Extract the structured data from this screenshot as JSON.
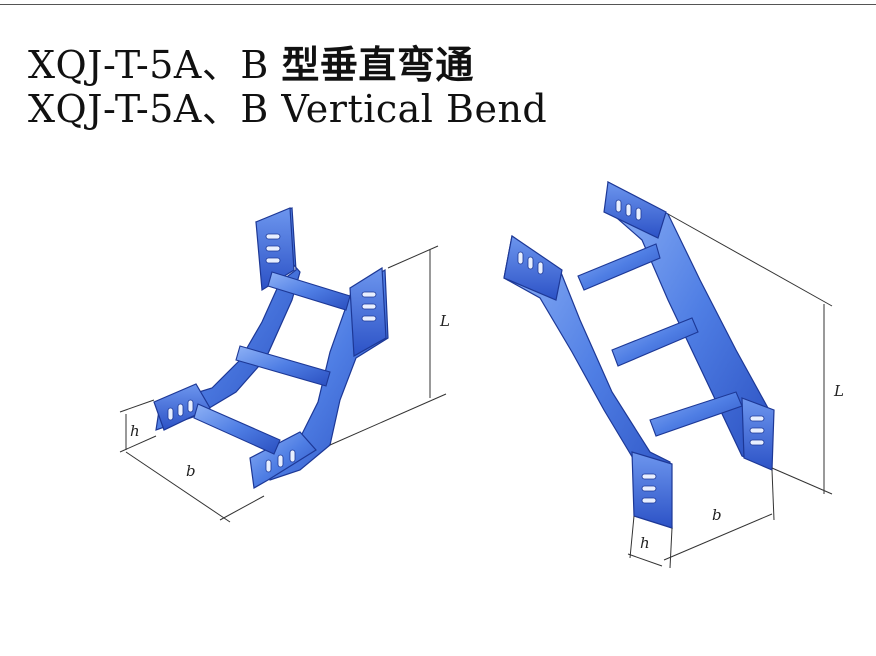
{
  "title": {
    "line1_model": "XQJ-T-5A、B",
    "line1_cn": "型垂直弯通",
    "line2": "XQJ-T-5A、B Vertical Bend"
  },
  "dimensions": {
    "left": {
      "height": "L",
      "width": "b",
      "depth": "h"
    },
    "right": {
      "height": "L",
      "width": "b",
      "depth": "h"
    }
  },
  "colors": {
    "steel_light": "#7fa6f2",
    "steel_mid": "#4a78e0",
    "steel_dark": "#2448b8",
    "outline": "#1d3896",
    "dim_line": "#333333"
  }
}
